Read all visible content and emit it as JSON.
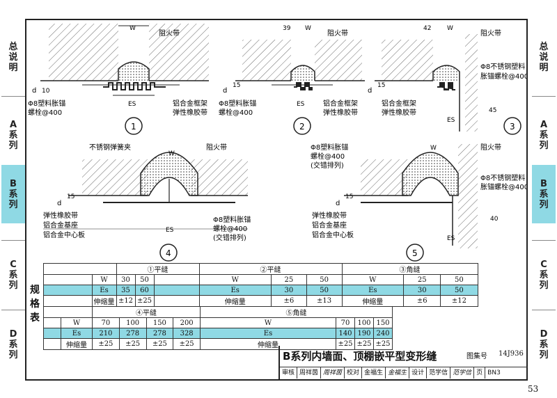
{
  "side_sections": [
    {
      "label": "总说明",
      "highlight": false
    },
    {
      "label": "A系列",
      "highlight": false
    },
    {
      "label": "B系列",
      "highlight": true
    },
    {
      "label": "C系列",
      "highlight": false
    },
    {
      "label": "D系列",
      "highlight": false
    }
  ],
  "drawings": {
    "d1": {
      "number": "1",
      "w": "W",
      "fire_band": "阻火带",
      "d": "d",
      "ten": "10",
      "anchor1": "Φ8塑料胀锚",
      "anchor2": "螺栓@400",
      "es": "ES",
      "frame_label": "铝合金框架",
      "rubber": "弹性橡胶带"
    },
    "d2": {
      "number": "2",
      "dim39": "39",
      "w": "W",
      "fire_band": "阻火带",
      "d": "d",
      "fifteen": "15",
      "anchor1": "Φ8塑料胀锚",
      "anchor2": "螺栓@400",
      "es": "ES",
      "frame_label": "铝合金框架",
      "rubber": "弹性橡胶带"
    },
    "d3": {
      "number": "3",
      "dim42": "42",
      "w": "W",
      "fire_band": "阻火带",
      "steel1": "Φ8不锈钢塑料",
      "steel2": "胀锚螺栓@400",
      "d": "d",
      "fifteen": "15",
      "frame_label": "铝合金框架",
      "rubber": "弹性橡胶带",
      "forty_five": "45",
      "es": "ES"
    },
    "d4": {
      "number": "4",
      "w": "W",
      "spring": "不锈钢弹簧夹",
      "fire_band": "阻火带",
      "d": "d",
      "fifteen": "15",
      "rubber": "弹性橡胶带",
      "base": "铝合金基座",
      "center": "铝合金中心板",
      "es": "ES",
      "anchor1": "Φ8塑料胀锚",
      "anchor2": "螺栓@400",
      "anchor3": "(交错排列)"
    },
    "d5": {
      "number": "5",
      "anchor1": "Φ8塑料胀锚",
      "anchor2": "螺栓@400",
      "anchor3": "(交错排列)",
      "w": "W",
      "fire_band": "阻火带",
      "steel1": "Φ8不锈钢塑料",
      "steel2": "胀锚螺栓@400",
      "d": "d",
      "fifteen": "15",
      "rubber": "弹性橡胶带",
      "base": "铝合金基座",
      "center": "铝合金中心板",
      "forty": "40",
      "es": "ES"
    }
  },
  "spec_label": "规格表",
  "table1": {
    "heads": [
      "①平缝",
      "②平缝",
      "③角缝"
    ],
    "rows": [
      {
        "label": "W",
        "g1": [
          "30",
          "50"
        ],
        "g2": [
          "25",
          "50"
        ],
        "g3": [
          "25",
          "50"
        ]
      },
      {
        "label": "Es",
        "g1": [
          "35",
          "60"
        ],
        "g2": [
          "30",
          "50"
        ],
        "g3": [
          "30",
          "50"
        ]
      },
      {
        "label": "伸缩量",
        "g1": [
          "±12",
          "±25"
        ],
        "g2": [
          "±6",
          "±13"
        ],
        "g3": [
          "±6",
          "±12"
        ]
      }
    ]
  },
  "table2": {
    "heads": [
      "④平缝",
      "⑤角缝"
    ],
    "rows": [
      {
        "label": "W",
        "g1": [
          "70",
          "100",
          "150",
          "200"
        ],
        "g2": [
          "70",
          "100",
          "150"
        ]
      },
      {
        "label": "Es",
        "g1": [
          "210",
          "278",
          "278",
          "328"
        ],
        "g2": [
          "140",
          "190",
          "240"
        ]
      },
      {
        "label": "伸缩量",
        "g1": [
          "±25",
          "±25",
          "±25",
          "±25"
        ],
        "g2": [
          "±25",
          "±25",
          "±25"
        ]
      }
    ]
  },
  "titleblock": {
    "title": "B系列内墙面、顶棚嵌平型变形缝",
    "atlas_label": "图集号",
    "atlas_value": "14J936",
    "row": [
      "审核",
      "周祥茵",
      "周祥茵",
      "校对",
      "金福生",
      "金福生",
      "设计",
      "范学信",
      "范学信",
      "页",
      "BN3"
    ]
  },
  "page_number": "53"
}
